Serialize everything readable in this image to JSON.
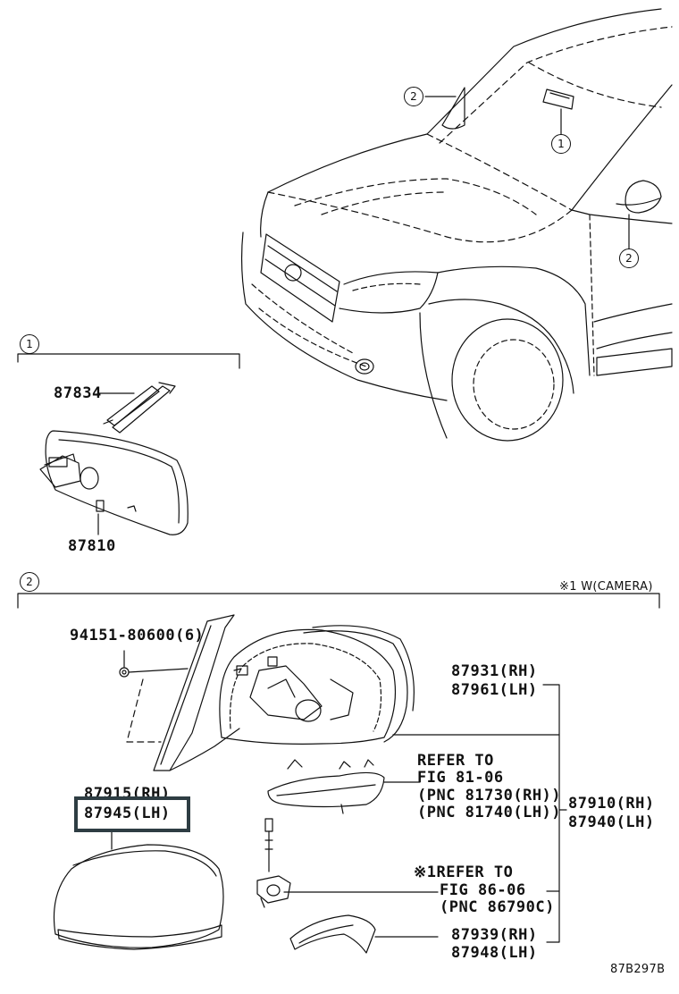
{
  "callouts": {
    "c_car_2_top": "2",
    "c_car_1": "1",
    "c_car_2_side": "2",
    "c_sec_1": "1",
    "c_sec_2": "2"
  },
  "section1": {
    "part_87834": "87834",
    "part_87810": "87810"
  },
  "section2": {
    "note": "※1 W(CAMERA)",
    "bolt": "94151-80600(6)",
    "p87931": "87931(RH)",
    "p87961": "87961(LH)",
    "refer1_l1": "REFER TO",
    "refer1_l2": "FIG 81-06",
    "refer1_l3": "(PNC 81730(RH))",
    "refer1_l4": "(PNC 81740(LH))",
    "p87910": "87910(RH)",
    "p87940": "87940(LH)",
    "p87915": "87915(RH)",
    "p87945": "87945(LH)",
    "refer2_l1": "※1REFER TO",
    "refer2_l2": "FIG 86-06",
    "refer2_l3": "(PNC 86790C)",
    "p87939": "87939(RH)",
    "p87948": "87948(LH)"
  },
  "figure_code": "87B297B"
}
